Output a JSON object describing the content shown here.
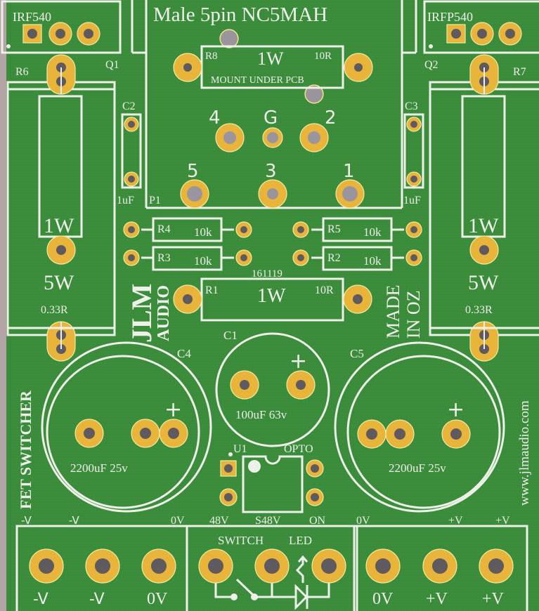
{
  "board": {
    "colors": {
      "soldermask": "#3a8a3a",
      "silkscreen": "#eef0ea",
      "pad": "#e8b43a",
      "hole": "#5e5a60",
      "edge": "#b8a8a8"
    },
    "q1": {
      "ref": "Q1",
      "part": "IRF540"
    },
    "q2": {
      "ref": "Q2",
      "part": "IRFP540"
    },
    "connector": {
      "title": "Male 5pin NC5MAH",
      "ref": "P1",
      "pins": [
        "4",
        "G",
        "2",
        "5",
        "3",
        "1"
      ]
    },
    "r8": {
      "ref": "R8",
      "power": "1W",
      "value": "10R",
      "note": "MOUNT UNDER PCB"
    },
    "r6": {
      "ref": "R6",
      "power_small": "1W",
      "power_big": "5W",
      "value": "0.33R"
    },
    "r7": {
      "ref": "R7",
      "power_small": "1W",
      "power_big": "5W",
      "value": "0.33R"
    },
    "c2": {
      "ref": "C2",
      "value": "1uF"
    },
    "c3": {
      "ref": "C3",
      "value": "1uF"
    },
    "r4": {
      "ref": "R4",
      "value": "10k"
    },
    "r3": {
      "ref": "R3",
      "value": "10k"
    },
    "r5": {
      "ref": "R5",
      "value": "10k"
    },
    "r2": {
      "ref": "R2",
      "value": "10k"
    },
    "date_code": "161119",
    "r1": {
      "ref": "R1",
      "power": "1W",
      "value": "10R"
    },
    "logo": {
      "main": "JLM",
      "sub": "AUDIO"
    },
    "made_in": {
      "line1": "MADE",
      "line2": "IN OZ"
    },
    "c1": {
      "ref": "C1",
      "value": "100uF 63v",
      "polarity": "+"
    },
    "c4": {
      "ref": "C4",
      "value": "2200uF 25v",
      "polarity": "+"
    },
    "c5": {
      "ref": "C5",
      "value": "2200uF 25v",
      "polarity": "+"
    },
    "fet_label": "FET SWITCHER",
    "website": "www.jlmaudio.com",
    "u1": {
      "ref": "U1",
      "part": "OPTO",
      "pins": [
        "48V",
        "S48V",
        "ON"
      ]
    },
    "top_terminal_labels": [
      "-V",
      "-V",
      "0V",
      "48V",
      "S48V",
      "ON",
      "0V",
      "+V",
      "+V"
    ],
    "terminals_left": [
      "-V",
      "-V",
      "0V"
    ],
    "terminals_mid": {
      "switch": "SWITCH",
      "led": "LED"
    },
    "terminals_right": [
      "0V",
      "+V",
      "+V"
    ]
  }
}
